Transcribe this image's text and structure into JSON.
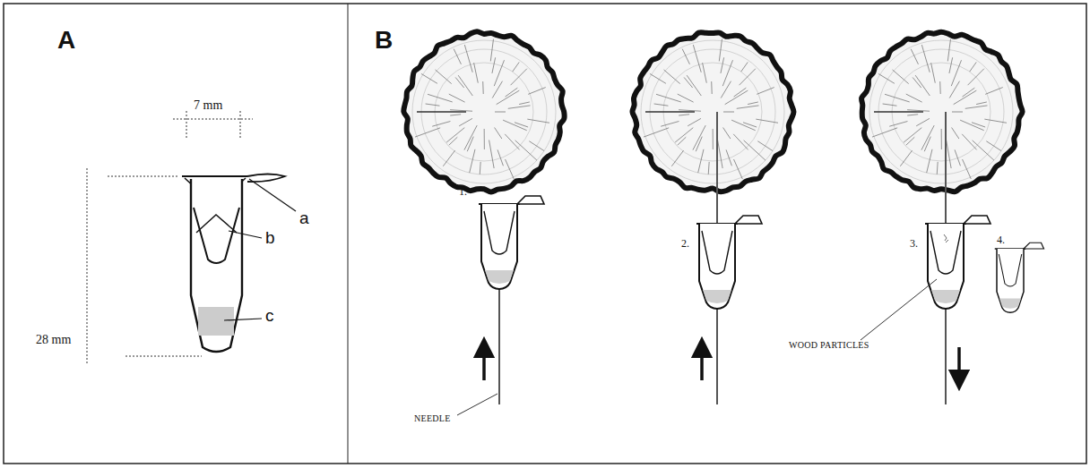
{
  "diagram": {
    "labels": [
      "A",
      "7 mm",
      "28 mm",
      "a",
      "b",
      "c",
      "B",
      "1.",
      "2.",
      "3.",
      "4.",
      "NEEDLE",
      "WOOD PARTICLES"
    ]
  }
}
